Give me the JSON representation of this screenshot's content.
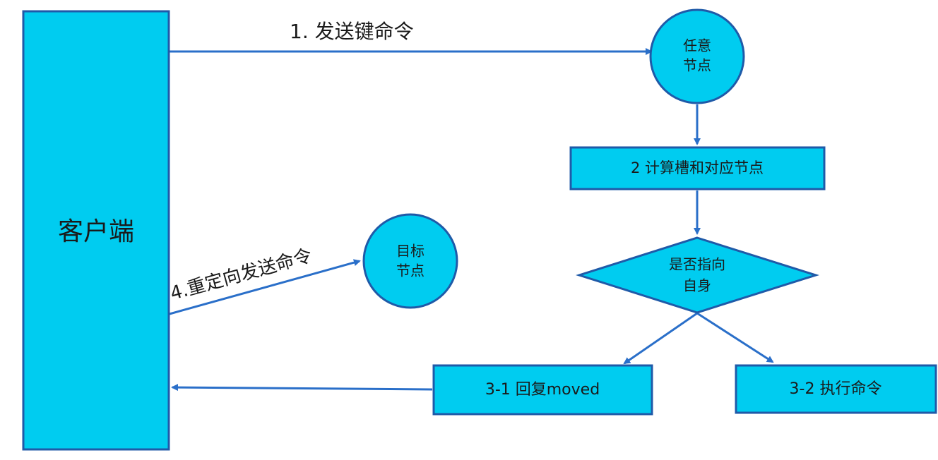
{
  "colors": {
    "fill": "#00ccf0",
    "stroke": "#1f5aa8",
    "arrow": "#2a6fc9",
    "text": "#1a1a1a"
  },
  "nodes": {
    "client": "客户端",
    "any_node": {
      "line1": "任意",
      "line2": "节点"
    },
    "target_node": {
      "line1": "目标",
      "line2": "节点"
    },
    "compute": "2 计算槽和对应节点",
    "decision": {
      "line1": "是否指向",
      "line2": "自身"
    },
    "reply_moved": "3-1 回复moved",
    "execute": "3-2 执行命令"
  },
  "edges": {
    "send_key": "1. 发送键命令",
    "redirect": "4.重定向发送命令"
  }
}
